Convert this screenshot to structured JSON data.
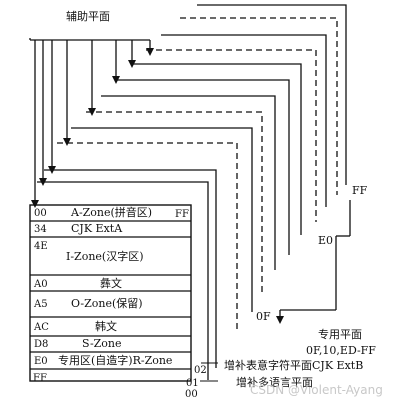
{
  "diagram": {
    "top_label": "辅助平面",
    "plane_codes": {
      "ff": "FF",
      "e0": "E0",
      "of": "0F",
      "p02": "02",
      "p01": "01",
      "p00": "00"
    },
    "zones": [
      {
        "code": "00",
        "name": "A-Zone(拼音区)",
        "right": "FF"
      },
      {
        "code": "34",
        "name": "CJK ExtA",
        "right": ""
      },
      {
        "code": "4E",
        "name": "I-Zone(汉字区)",
        "right": ""
      },
      {
        "code": "A0",
        "name": "彝文",
        "right": ""
      },
      {
        "code": "A5",
        "name": "O-Zone(保留)",
        "right": ""
      },
      {
        "code": "AC",
        "name": "韩文",
        "right": ""
      },
      {
        "code": "D8",
        "name": "S-Zone",
        "right": ""
      },
      {
        "code": "E0",
        "name": "专用区(自造字)R-Zone",
        "right": ""
      }
    ],
    "bottom_code": "FF",
    "annotations": {
      "special_plane": "专用平面",
      "special_plane_codes": "0F,10,ED-FF",
      "supp_ideo_plane": "增补表意字符平面CJK ExtB",
      "supp_multi_plane": "增补多语言平面"
    },
    "watermark": "CSDN @Violent-Ayang"
  }
}
